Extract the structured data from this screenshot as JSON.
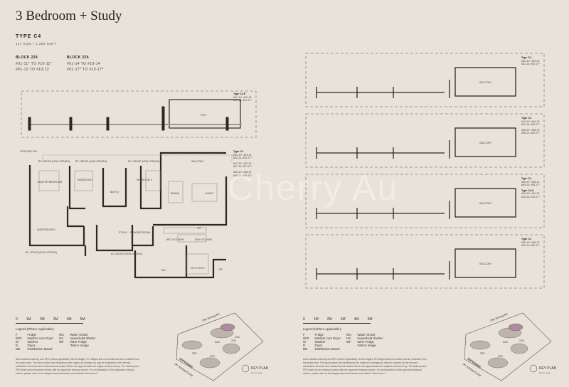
{
  "title": "3 Bedroom + Study",
  "unit_type": "TYPE C4",
  "area": "117 SQM / 1,259 SQFT",
  "blocks": [
    {
      "name": "BLOCK 224",
      "units": [
        "#01-11* TO #10-11*",
        "#01-12 TO #10-12"
      ]
    },
    {
      "name": "BLOCK 226",
      "units": [
        "#01-14 TO #10-14",
        "#01-17* TO #10-17*"
      ]
    }
  ],
  "left_labels": {
    "pes_type": {
      "name": "Type C4-P",
      "units": [
        "#01-11*, #01-12",
        "#01-14, #01-17*"
      ]
    },
    "main_type": {
      "name": "Type C4",
      "groups": [
        [
          "#03-11*, #03-12",
          "#03-14, #03-17*"
        ],
        [
          "#07-11*, #07-12",
          "#07-14, #07-17*"
        ],
        [
          "#08-11*, #08-12",
          "#08-14, #08-17*"
        ]
      ]
    }
  },
  "right_labels": [
    {
      "types": [
        {
          "name": "Type C4",
          "groups": [
            [
              "#02-11*, #02-12",
              "#02-14, #02-17*"
            ]
          ]
        }
      ]
    },
    {
      "types": [
        {
          "name": "Type C4",
          "groups": [
            [
              "#04-11*, #04-12",
              "#04-14, #04-17*"
            ],
            [
              "#06-11*, #06-12",
              "#06-14, #06-17*"
            ]
          ]
        }
      ]
    },
    {
      "types": [
        {
          "name": "Type C4",
          "groups": [
            [
              "#05-11*, #05-12",
              "#05-14, #05-17*"
            ]
          ]
        },
        {
          "name": "Type C4-U",
          "groups": [
            [
              "#10-11*, #10-12",
              "#10-14, #10-17*"
            ]
          ]
        }
      ]
    },
    {
      "types": [
        {
          "name": "Type C4",
          "groups": [
            [
              "#09-11*, #09-12",
              "#09-14, #09-17*"
            ]
          ]
        }
      ]
    }
  ],
  "rooms": {
    "master_bedroom": "MASTER BEDROOM",
    "bedroom2": "BEDROOM 2",
    "bath2": "BATH 2",
    "bedroom3": "BEDROOM 3",
    "balcony": "BALCONY",
    "dining": "DINING",
    "living": "LIVING",
    "master_bath": "MASTER BATH",
    "study": "STUDY",
    "powder": "POWDER ROOM",
    "wet_kitchen": "WET KITCHEN",
    "dry_kitchen": "DRY KITCHEN",
    "hs": "HS/ UTILITY",
    "db": "DB",
    "wc": "WC",
    "wf": "WF",
    "pes": "PES",
    "rc_ledge": "RC LEDGE (NON-STRATA)",
    "ac_ledge": "AC LEDGE (NON-STRATA)",
    "feature_fin": "FEATURE FIN"
  },
  "scale": [
    "0",
    "1M",
    "2M",
    "3M",
    "4M",
    "5M"
  ],
  "legend": {
    "title": "Legend (Where Applicable):",
    "items": [
      [
        "F",
        "Fridge",
        "WC",
        "Water Closet"
      ],
      [
        "W/D",
        "Washer cum Dryer",
        "HS",
        "Household Shelter"
      ],
      [
        "W",
        "Washer",
        "WF",
        "Wine Fridge"
      ],
      [
        "D",
        "Dryer",
        "",
        "*Mirror Image"
      ],
      [
        "DB",
        "Distribution Board",
        "",
        ""
      ]
    ]
  },
  "disclaimer": "Area includes balcony and PES (where applicable). All AC ledges, RC ledges and non-strata void are excluded from the strata area. The above plans and illustrations are subject to changes as may be required by the relevant authorities. All areas and measurements stated herein are approximate and subject to final survey. The balcony and PES shall not be enclosed unless with the approved balcony screen. For an illustration of the approved balcony screen, please refer to the diagram annexed hereto and marked \"Annexure I\".",
  "key_plan": {
    "label": "KEY PLAN",
    "note": "Not to scale",
    "roads": [
      "Old Jurong Rd",
      "Jln Jurong Kechil"
    ],
    "entrance": "ENTRANCE",
    "blocks": [
      "222",
      "224",
      "226",
      "228",
      "230"
    ]
  },
  "watermark": "Cherry Au"
}
